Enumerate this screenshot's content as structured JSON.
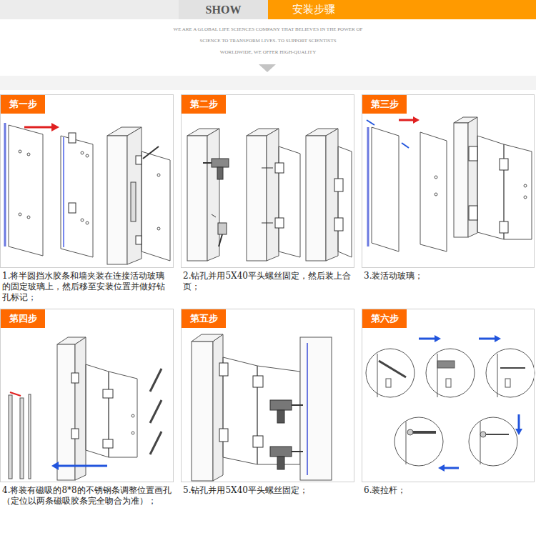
{
  "diagram": {
    "nodes": [
      {
        "text": [
          "SHOW"
        ]
      },
      {
        "text": [
          "安装步骤"
        ]
      },
      {
        "text": [
          "1.将半圆挡水胶条和墙夹装在连接活动玻璃的固定玻璃上，然后移至安装位置并做好钻孔标记；"
        ]
      },
      {
        "text": [
          "第一步"
        ],
        "in": 2
      },
      {
        "text": [
          "2.钻孔并用5X40平头螺丝固定，然后装上合页；"
        ]
      },
      {
        "text": [
          "第二步"
        ],
        "in": 4
      },
      {
        "text": [
          "3.装活动玻璃；"
        ]
      },
      {
        "text": [
          "第三步"
        ],
        "in": 6
      },
      {
        "text": [
          "4.将装有磁吸的8*8的不锈钢条调整位置画孔（定位以两条磁吸胶条完全吻合为准）；"
        ]
      },
      {
        "text": [
          "第四步"
        ],
        "in": 8
      },
      {
        "text": [
          "5.钻孔并用5X40平头螺丝固定；"
        ]
      },
      {
        "text": [
          "第五步"
        ],
        "in": 10
      },
      {
        "text": [
          "6.装拉杆；"
        ]
      },
      {
        "text": [
          "第六步"
        ],
        "in": 12
      }
    ],
    "labels": [
      "WE ARE A GLOBAL LIFE SCIENCES COMPANY THAT BELIEVES IN THE POWER OF",
      "SCIENCE TO TRANSFORM LIVES. TO SUPPORT SCIENTISTS",
      "WORLDWIDE, WE OFFER HIGH-QUALITY"
    ]
  }
}
